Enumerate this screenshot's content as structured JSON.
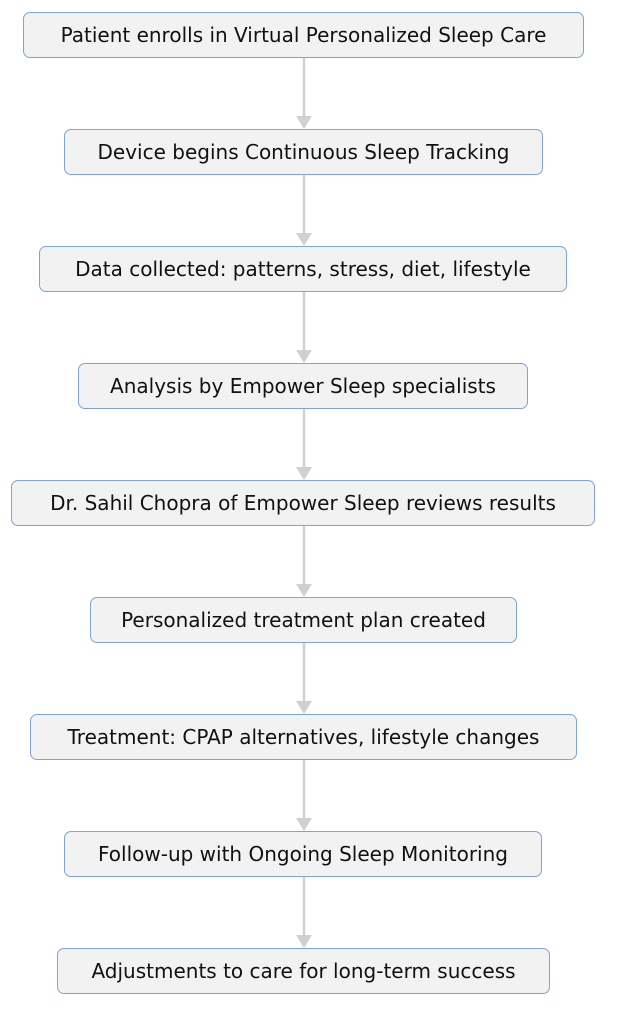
{
  "diagram": {
    "type": "vertical-flowchart",
    "colors": {
      "node_fill": "#f2f2f2",
      "node_border": "#7da4d2",
      "arrow": "#d0d0d0",
      "text": "#111111"
    },
    "steps": [
      {
        "label": "Patient enrolls in Virtual Personalized Sleep Care"
      },
      {
        "label": "Device begins Continuous Sleep Tracking"
      },
      {
        "label": "Data collected: patterns, stress, diet, lifestyle"
      },
      {
        "label": "Analysis by Empower Sleep specialists"
      },
      {
        "label": "Dr. Sahil Chopra of Empower Sleep reviews results"
      },
      {
        "label": "Personalized treatment plan created"
      },
      {
        "label": "Treatment: CPAP alternatives, lifestyle changes"
      },
      {
        "label": "Follow-up with Ongoing Sleep Monitoring"
      },
      {
        "label": "Adjustments to care for long-term success"
      }
    ]
  }
}
